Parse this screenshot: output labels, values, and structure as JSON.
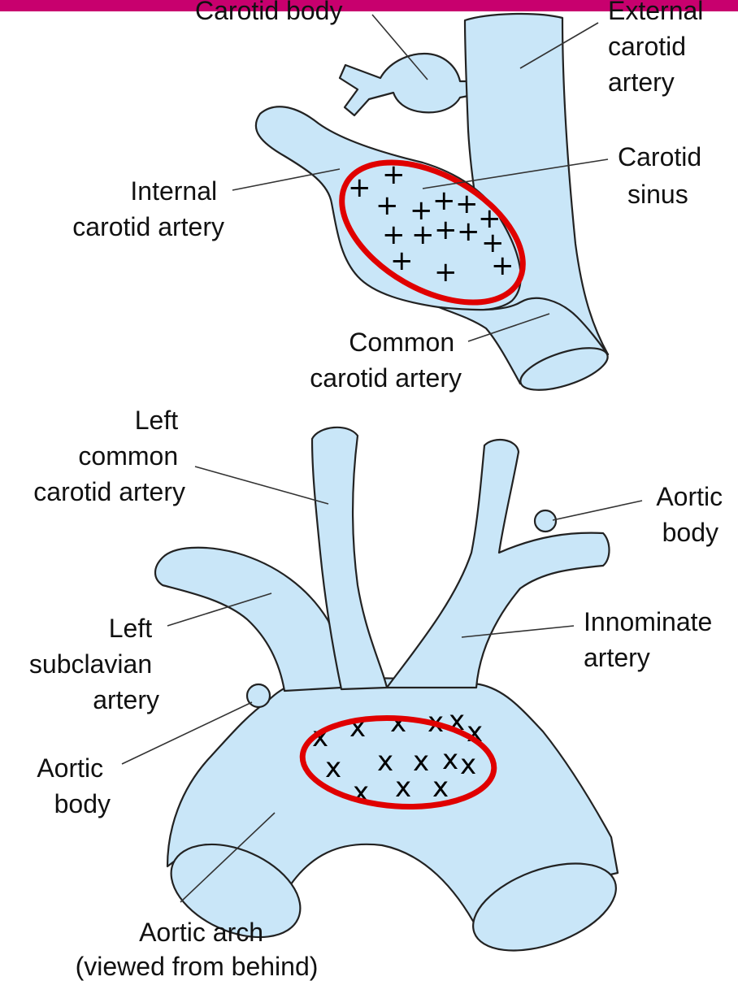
{
  "colors": {
    "top_bar": "#c8006e",
    "vessel_fill": "#c9e6f8",
    "highlight_ring": "#e00000"
  },
  "top_diagram": {
    "labels": {
      "carotid_body": "Carotid body",
      "external_carotid": [
        "External",
        "carotid",
        "artery"
      ],
      "carotid_sinus": [
        "Carotid",
        "sinus"
      ],
      "internal_carotid": [
        "Internal",
        "carotid artery"
      ],
      "common_carotid": [
        "Common",
        "carotid artery"
      ]
    },
    "receptor_marks": [
      "+",
      "+",
      "+",
      "+",
      "+",
      "+",
      "+",
      "+",
      "+",
      "+",
      "+",
      "+",
      "+",
      "+",
      "+"
    ]
  },
  "bottom_diagram": {
    "labels": {
      "left_common_carotid": [
        "Left",
        "common",
        "carotid artery"
      ],
      "aortic_body_right": [
        "Aortic",
        "body"
      ],
      "innominate": [
        "Innominate",
        "artery"
      ],
      "left_subclavian": [
        "Left",
        "subclavian",
        "artery"
      ],
      "aortic_body_left": [
        "Aortic",
        "body"
      ],
      "aortic_arch": [
        "Aortic arch",
        "(viewed from behind)"
      ]
    },
    "receptor_marks": [
      "x",
      "x",
      "x",
      "x",
      "x",
      "x",
      "x",
      "x",
      "x",
      "x",
      "x",
      "x",
      "x",
      "x"
    ]
  }
}
